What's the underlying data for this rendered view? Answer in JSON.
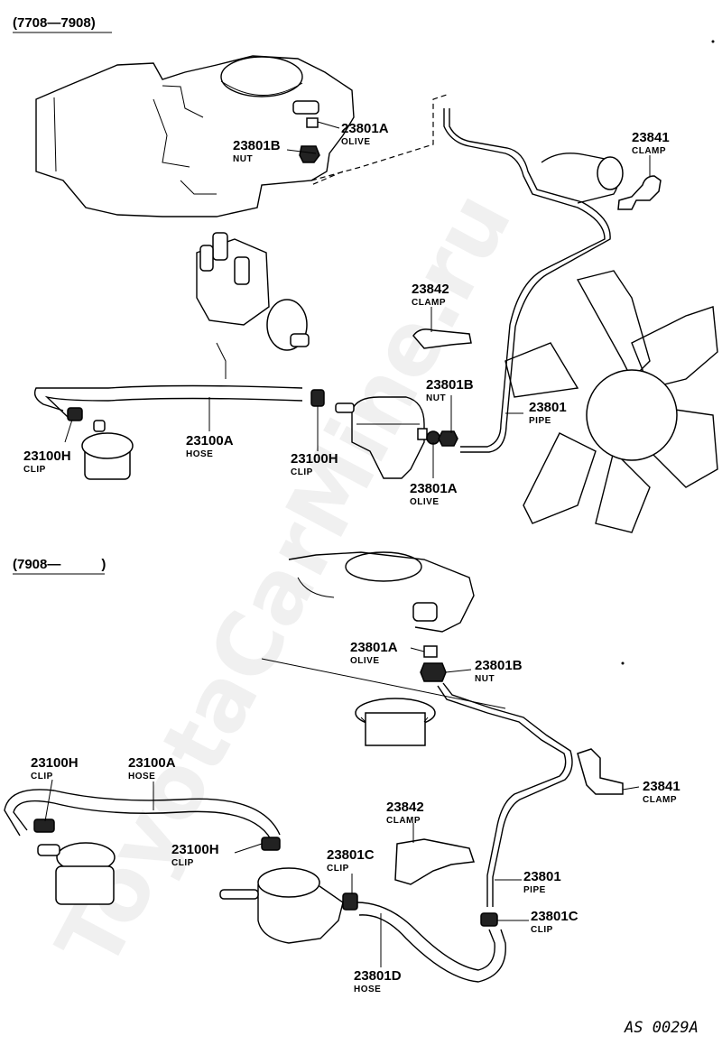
{
  "headers": {
    "top_range": "(7708—7908)",
    "bottom_range": "(7908—   )"
  },
  "watermark": "ToyotaCarMine.ru",
  "footer_code": "AS 0029A",
  "labels_top": [
    {
      "part": "23801A",
      "desc": "OLIVE"
    },
    {
      "part": "23801B",
      "desc": "NUT"
    },
    {
      "part": "23841",
      "desc": "CLAMP"
    },
    {
      "part": "23842",
      "desc": "CLAMP"
    },
    {
      "part": "23801B",
      "desc": "NUT"
    },
    {
      "part": "23801",
      "desc": "PIPE"
    },
    {
      "part": "23100H",
      "desc": "CLIP"
    },
    {
      "part": "23100A",
      "desc": "HOSE"
    },
    {
      "part": "23100H",
      "desc": "CLIP"
    },
    {
      "part": "23801A",
      "desc": "OLIVE"
    }
  ],
  "labels_bottom": [
    {
      "part": "23801A",
      "desc": "OLIVE"
    },
    {
      "part": "23801B",
      "desc": "NUT"
    },
    {
      "part": "23100H",
      "desc": "CLIP"
    },
    {
      "part": "23100A",
      "desc": "HOSE"
    },
    {
      "part": "23841",
      "desc": "CLAMP"
    },
    {
      "part": "23842",
      "desc": "CLAMP"
    },
    {
      "part": "23100H",
      "desc": "CLIP"
    },
    {
      "part": "23801C",
      "desc": "CLIP"
    },
    {
      "part": "23801",
      "desc": "PIPE"
    },
    {
      "part": "23801C",
      "desc": "CLIP"
    },
    {
      "part": "23801D",
      "desc": "HOSE"
    }
  ]
}
